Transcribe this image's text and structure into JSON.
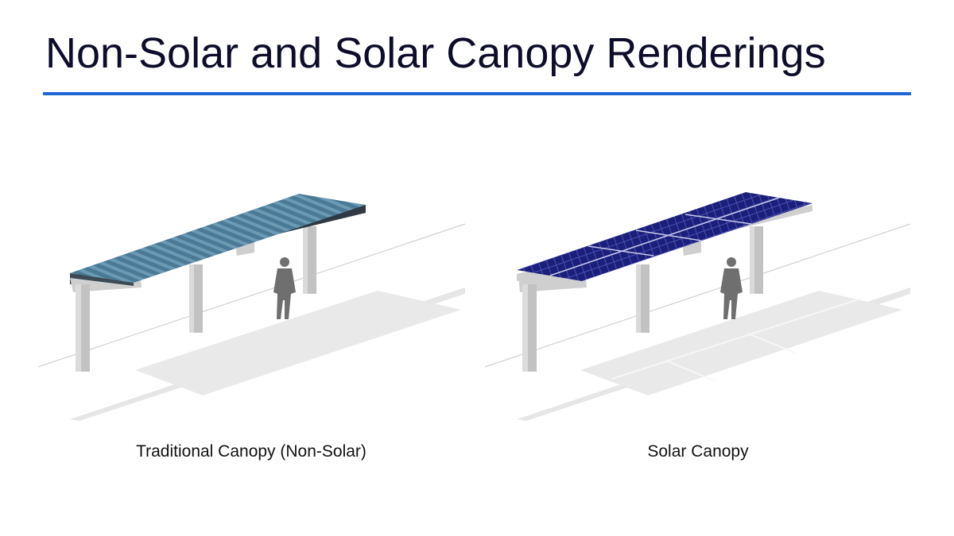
{
  "slide": {
    "title": "Non-Solar and Solar Canopy Renderings",
    "accent_color": "#1f66d6"
  },
  "renderings": [
    {
      "caption": "Traditional Canopy (Non-Solar)",
      "roof_type": "corrugated-metal",
      "roof_color": "#4b7a96"
    },
    {
      "caption": "Solar Canopy",
      "roof_type": "solar-panels",
      "roof_color": "#1c1f7a"
    }
  ]
}
